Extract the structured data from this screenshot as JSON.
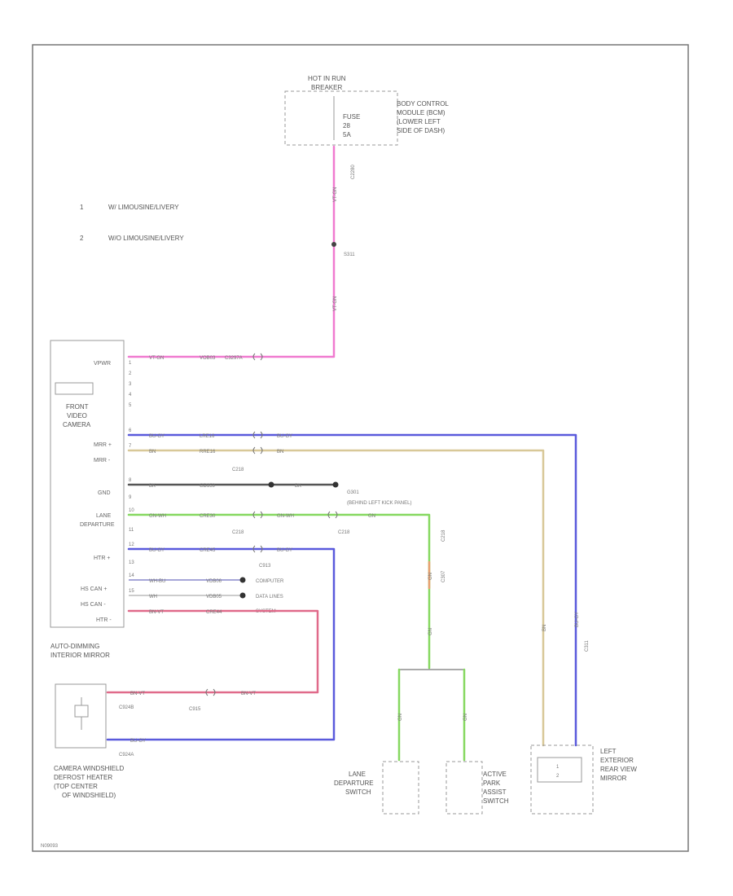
{
  "colors": {
    "pink": "#f07ad0",
    "purple_blue": "#5a5adc",
    "tan": "#d8c898",
    "dark": "#555555",
    "green": "#86d860",
    "crimson": "#e06a8a",
    "orange": "#e8a070",
    "frame": "#777777"
  },
  "legend": [
    {
      "num": "1",
      "text": "W/ LIMOUSINE/LIVERY"
    },
    {
      "num": "2",
      "text": "W/O LIMOUSINE/LIVERY"
    }
  ],
  "fuse_box": {
    "title_line1": "HOT IN RUN",
    "title_line2": "BREAKER",
    "fuse_line1": "FUSE",
    "fuse_line2": "28",
    "fuse_line3": "5A",
    "module_line1": "BODY CONTROL",
    "module_line2": "MODULE (BCM)",
    "module_line3": "(LOWER LEFT",
    "module_line4": "SIDE OF DASH)",
    "connector": "C2280"
  },
  "splices": {
    "s311": "S311"
  },
  "camera": {
    "name_line1": "FRONT",
    "name_line2": "VIDEO",
    "name_line3": "CAMERA",
    "mirror_line1": "AUTO-DIMMING",
    "mirror_line2": "INTERIOR MIRROR",
    "pins": {
      "vpwr": "VPWR",
      "mrr_pos": "MRR +",
      "mrr_neg": "MRR -",
      "gnd": "GND",
      "lane1": "LANE",
      "lane2": "DEPARTURE",
      "htr": "HTR +",
      "hs_can_pos": "HS CAN +",
      "hs_can_neg": "HS CAN -",
      "htr_neg": "HTR -"
    },
    "pin_nums": [
      "1",
      "2",
      "3",
      "4",
      "5",
      "6",
      "7",
      "8",
      "9",
      "10",
      "11",
      "12",
      "13",
      "14",
      "15"
    ]
  },
  "wires": {
    "vpwr_circuit": "VOB03",
    "vpwr_color": "VT-GN",
    "vpwr_conn": "C3297A",
    "mrr_pos_color": "BU-GY",
    "mrr_pos_circuit": "LRE16",
    "mrr_pos_color2": "BU-GY",
    "mrr_neg_color": "BN",
    "mrr_neg_circuit": "RRE16",
    "mrr_neg_color2": "BN",
    "gnd_color": "BK",
    "gnd_circuit": "GD359",
    "gnd_color2": "BK",
    "lane_color": "GN-WH",
    "lane_circuit": "CRE30",
    "lane_color2": "GN-WH",
    "lane_color3": "GN",
    "htr_color": "BU-GY",
    "htr_circuit": "CRE45",
    "htr_color2": "BU-GY",
    "hs_pos_color": "WH-BU",
    "hs_pos_circuit": "VDB06",
    "hs_neg_color": "WH",
    "hs_neg_circuit": "VDB05",
    "htr_neg_color": "BN-VT",
    "htr_neg_circuit": "CRE44",
    "def_top_color": "BN-VT",
    "def_top_color2": "BN-VT",
    "def_bot_color": "BU-GY",
    "vert_pink_color": "VT-GN",
    "vert_pink_color2": "VT-GN",
    "vert_tan_color": "BN",
    "vert_blue_color": "BU-GY",
    "vert_green_color": "GN",
    "vert_green_color2": "GN",
    "sw_left_color": "GN",
    "sw_right_color": "GN",
    "vert_orange_color": "GN"
  },
  "connectors": {
    "c218a": "C218",
    "c218b": "C218",
    "c215a": "C218",
    "c913": "C913",
    "c915": "C915",
    "g301": "G301",
    "g301_loc": "(BEHIND LEFT KICK PANEL)",
    "c218v": "C218",
    "c307": "C307",
    "c9xx": "C913",
    "c3xx": "C311",
    "c924b": "C924B",
    "c924a": "C924A"
  },
  "data_lines": {
    "line1": "COMPUTER",
    "line2": "DATA LINES",
    "line3": "SYSTEM"
  },
  "defroster": {
    "line1": "CAMERA WINDSHIELD",
    "line2": "DEFROST HEATER",
    "line3": "(TOP CENTER",
    "line4": "OF WINDSHIELD)"
  },
  "lane_switch": {
    "line1": "LANE",
    "line2": "DEPARTURE",
    "line3": "SWITCH"
  },
  "park_switch": {
    "line1": "ACTIVE",
    "line2": "PARK",
    "line3": "ASSIST",
    "line4": "SWITCH"
  },
  "exterior_mirror": {
    "line1": "LEFT",
    "line2": "EXTERIOR",
    "line3": "REAR VIEW",
    "line4": "MIRROR",
    "icon1": "1",
    "icon2": "2"
  },
  "footer_code": "N09093"
}
